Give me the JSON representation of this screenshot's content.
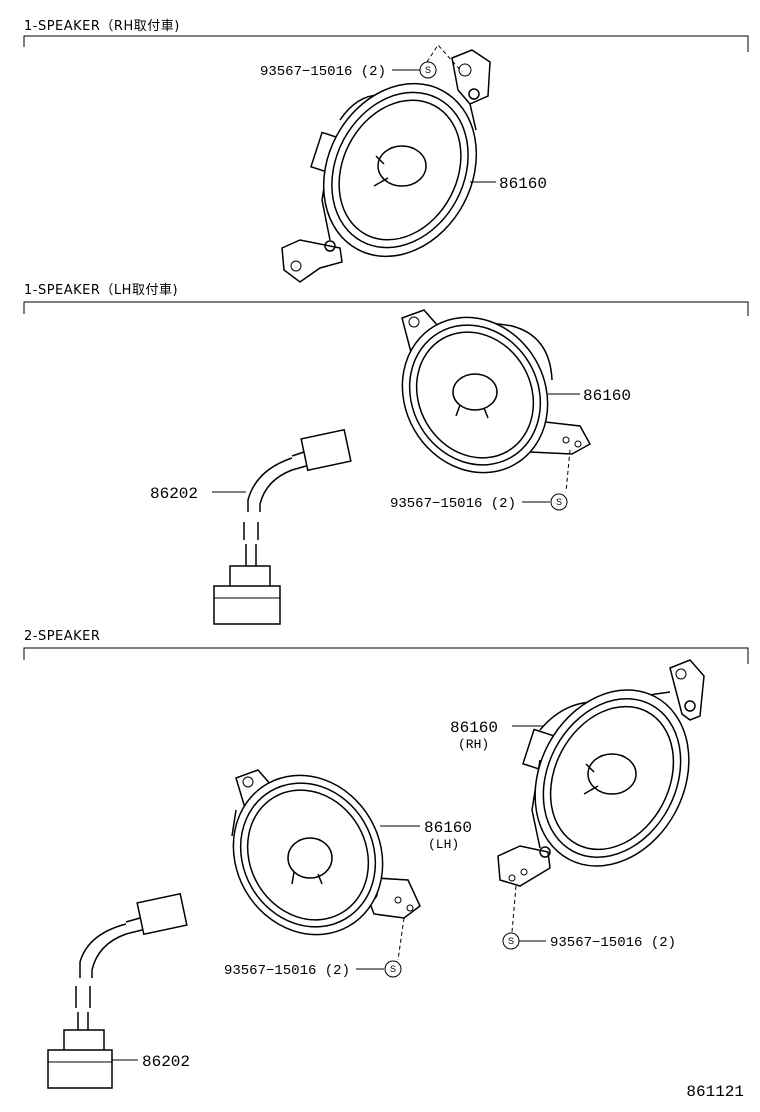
{
  "sections": [
    {
      "title": "1-SPEAKER（RH取付車)"
    },
    {
      "title": "1-SPEAKER（LH取付車)"
    },
    {
      "title": "2-SPEAKER"
    }
  ],
  "labels": {
    "screw_part": "93567−15016 (2)",
    "speaker_part": "86160",
    "cable_part": "86202",
    "symbol_s": "S",
    "side_rh": "(RH)",
    "side_lh": "(LH)"
  },
  "diagram_code": "861121"
}
